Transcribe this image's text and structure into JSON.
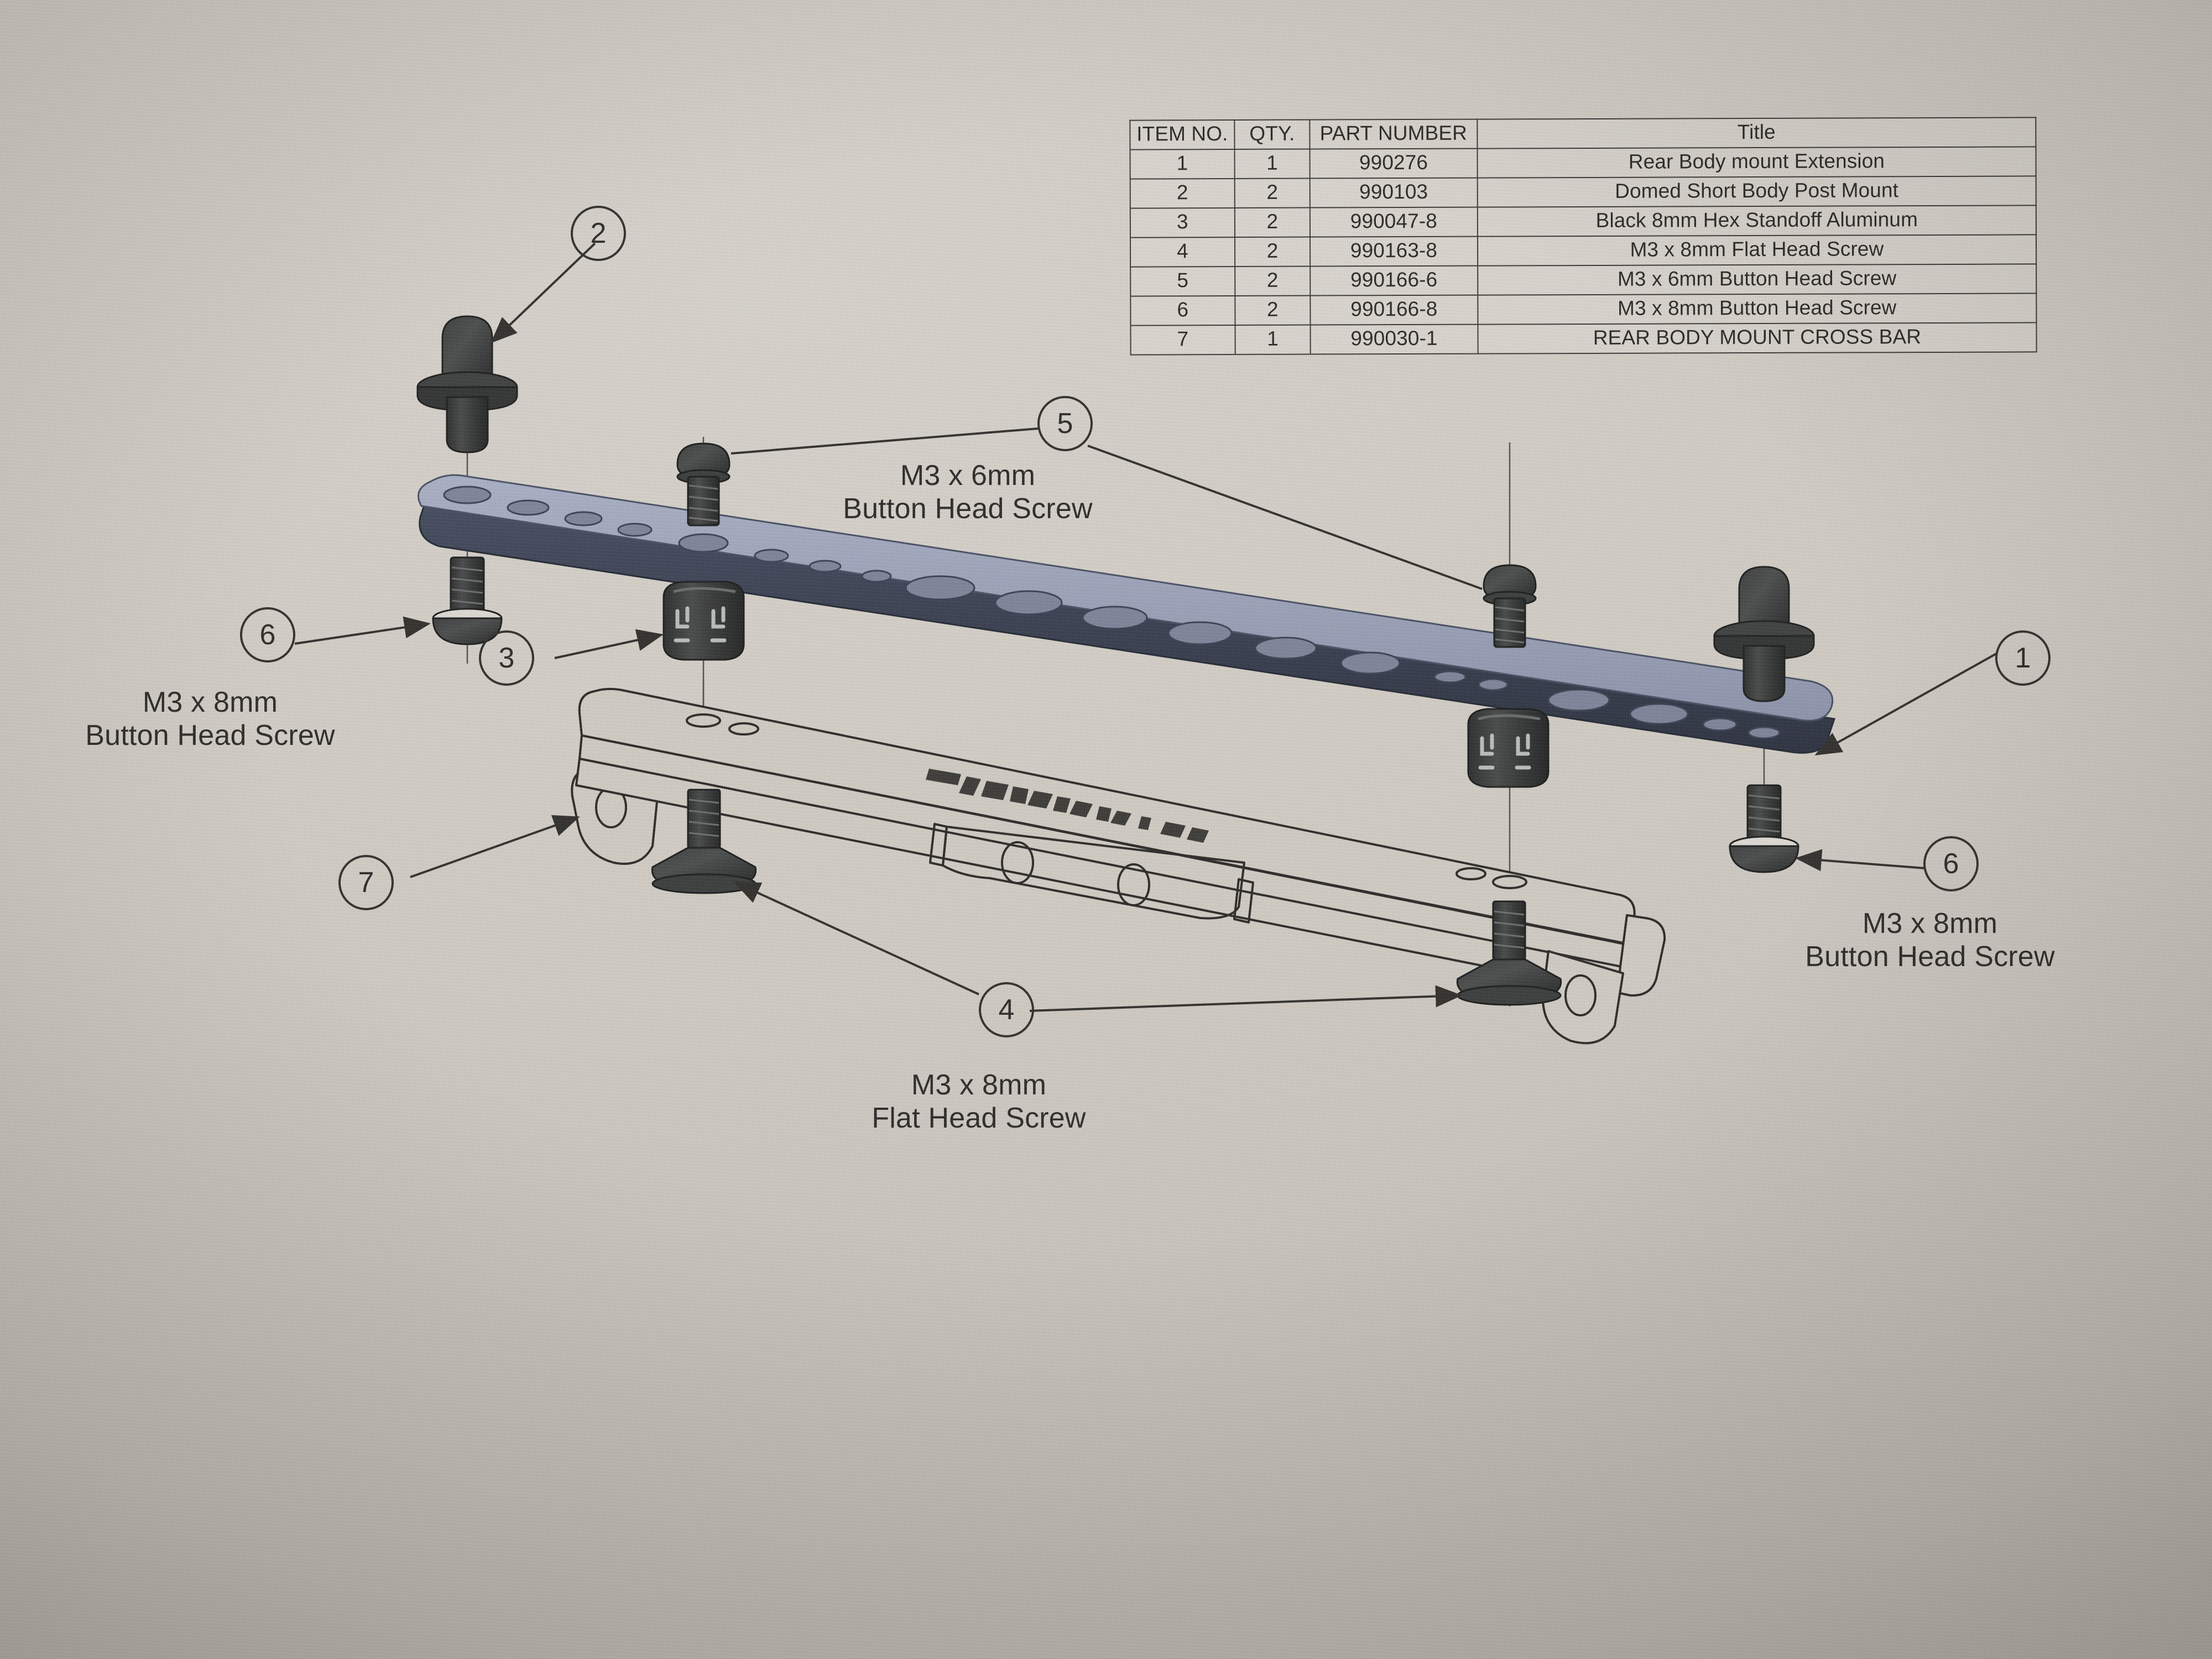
{
  "document": {
    "type": "exploded-assembly-diagram",
    "background_color": "#cfcac2",
    "ink_color": "#2e2d2b"
  },
  "bom": {
    "headers": [
      "ITEM NO.",
      "QTY.",
      "PART NUMBER",
      "Title"
    ],
    "rows": [
      {
        "item": "1",
        "qty": "1",
        "part_number": "990276",
        "title": "Rear Body mount Extension"
      },
      {
        "item": "2",
        "qty": "2",
        "part_number": "990103",
        "title": "Domed Short Body Post Mount"
      },
      {
        "item": "3",
        "qty": "2",
        "part_number": "990047-8",
        "title": "Black 8mm Hex Standoff Aluminum"
      },
      {
        "item": "4",
        "qty": "2",
        "part_number": "990163-8",
        "title": "M3 x 8mm Flat Head Screw"
      },
      {
        "item": "5",
        "qty": "2",
        "part_number": "990166-6",
        "title": "M3 x 6mm Button Head Screw"
      },
      {
        "item": "6",
        "qty": "2",
        "part_number": "990166-8",
        "title": "M3 x 8mm Button Head Screw"
      },
      {
        "item": "7",
        "qty": "1",
        "part_number": "990030-1",
        "title": "REAR BODY MOUNT CROSS BAR"
      }
    ]
  },
  "balloons": {
    "b2": "2",
    "b5": "5",
    "b6_left": "6",
    "b3": "3",
    "b7": "7",
    "b4": "4",
    "b1": "1",
    "b6_right": "6"
  },
  "callout_labels": {
    "screw_m3x6_button": "M3 x 6mm\nButton Head Screw",
    "screw_m3x8_button_left": "M3 x 8mm\nButton Head Screw",
    "screw_m3x8_flat": "M3 x 8mm\nFlat Head Screw",
    "screw_m3x8_button_right": "M3 x 8mm\nButton Head Screw"
  },
  "parts": {
    "extension_bar": {
      "name": "Rear Body mount Extension",
      "face_color": "#9aa1b6",
      "edge_color": "#373d4d"
    },
    "cross_bar": {
      "name": "REAR BODY MOUNT CROSS BAR",
      "face_color": "#cfcac2",
      "outline_color": "#2e2d2b"
    },
    "hardware_color": "#3b3c3c"
  }
}
